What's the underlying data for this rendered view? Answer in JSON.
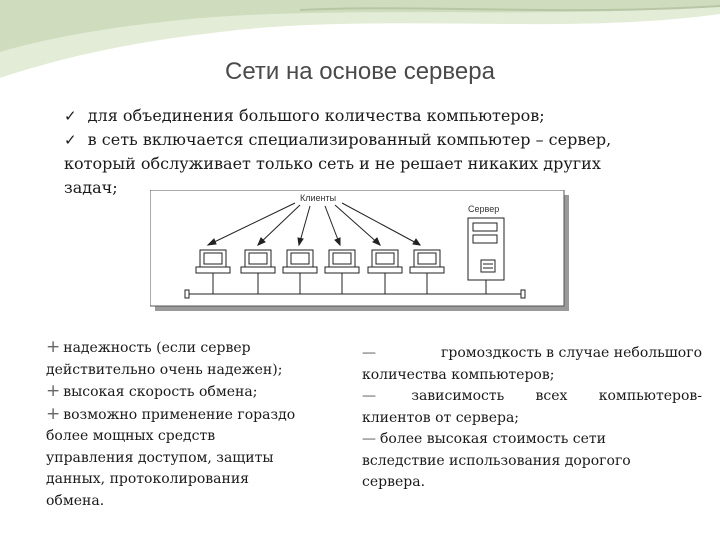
{
  "slide": {
    "title": "Сети на основе сервера",
    "bullets": [
      {
        "icon": "check-icon",
        "lines": [
          "для объединения большого количества компьютеров;"
        ]
      },
      {
        "icon": "check-icon",
        "lines": [
          "в сеть включается специализированный компьютер – сервер,",
          "который обслуживает только сеть и не решает никаких других",
          "задач;"
        ]
      }
    ],
    "diagram": {
      "clients_label": "Клиенты",
      "server_label": "Сервер",
      "client_count": 6
    },
    "advantages": {
      "icon": "plus-icon",
      "items": [
        [
          "надежность (если сервер",
          "действительно очень надежен);"
        ],
        [
          "высокая скорость обмена;"
        ],
        [
          "возможно применение гораздо",
          "более мощных средств",
          "управления доступом, защиты",
          "данных, протоколирования",
          "обмена."
        ]
      ]
    },
    "disadvantages": {
      "dash": "—",
      "items": {
        "d1_a": "громоздкость в случае небольшого",
        "d1_b": "количества компьютеров;",
        "d2_w1": "зависимость",
        "d2_w2": "всех",
        "d2_w3": "компьютеров-",
        "d2_b": "клиентов от сервера;",
        "d3_a": "более высокая стоимость сети",
        "d3_b": "вследствие использования дорогого",
        "d3_c": "сервера."
      }
    },
    "colors": {
      "swoosh_light": "#e3ecd6",
      "swoosh_dark": "#b9c6a6",
      "title": "#4a4a4a",
      "diagram_border": "#555555"
    }
  }
}
